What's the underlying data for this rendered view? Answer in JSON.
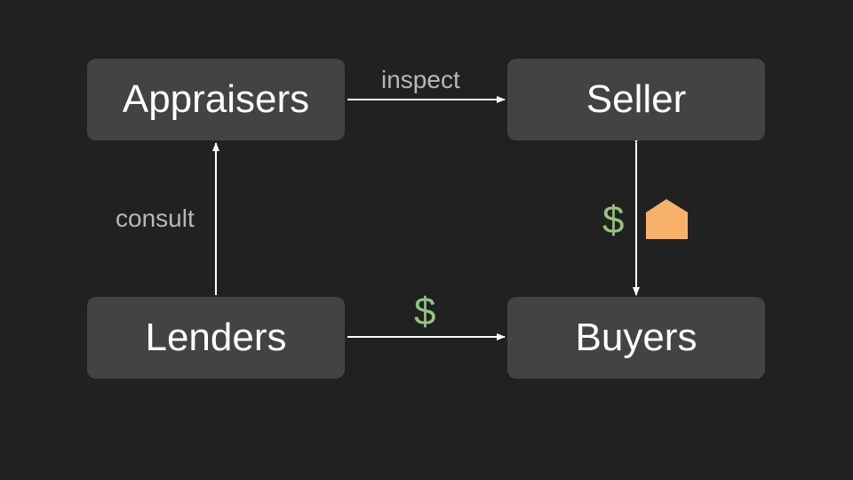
{
  "nodes": {
    "appraisers": "Appraisers",
    "seller": "Seller",
    "lenders": "Lenders",
    "buyers": "Buyers"
  },
  "edges": {
    "appraisers_to_seller": "inspect",
    "lenders_to_appraisers": "consult",
    "lenders_to_buyers_symbol": "$",
    "buyers_seller_symbol": "$"
  },
  "icons": {
    "house": "house-icon"
  },
  "colors": {
    "background": "#212121",
    "node_fill": "#434343",
    "node_text": "#ffffff",
    "edge_label": "#b7b7b7",
    "money": "#93c47d",
    "house": "#f6b26b",
    "arrow": "#ffffff"
  }
}
